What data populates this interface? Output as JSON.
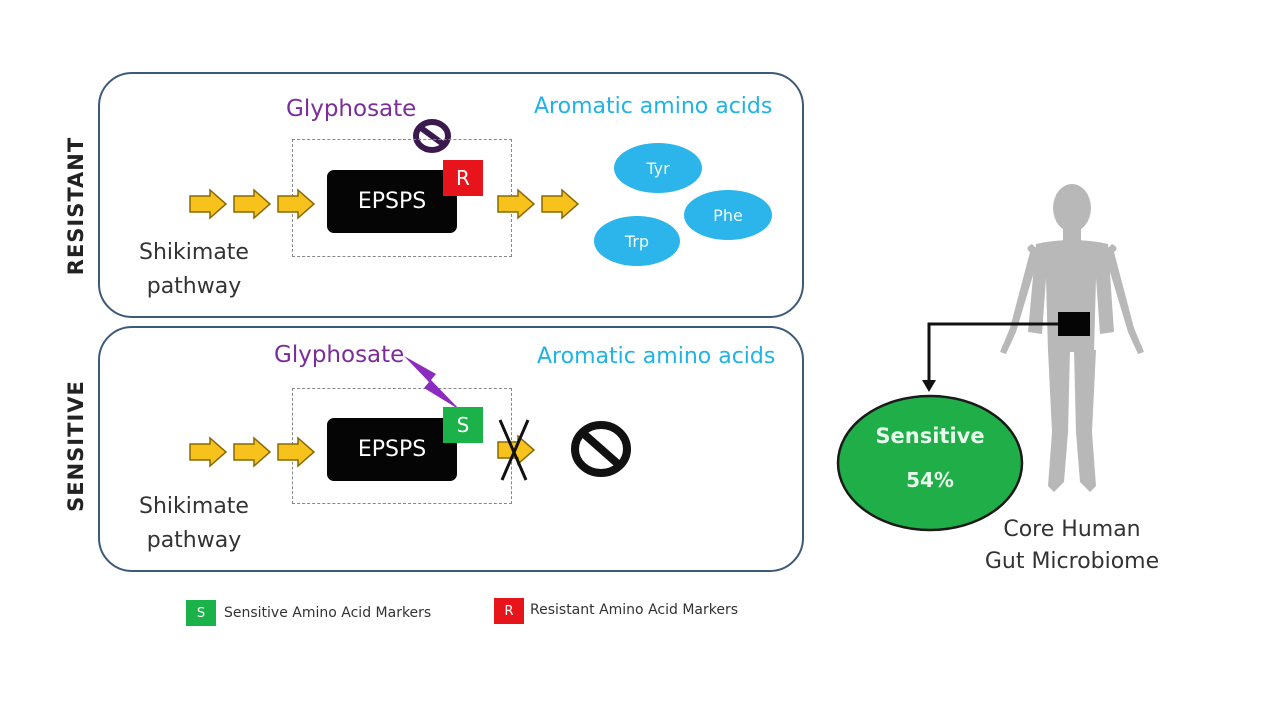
{
  "resistant": {
    "side_label": "RESISTANT",
    "glyphosate": "Glyphosate",
    "aromatic": "Aromatic amino acids",
    "enzyme": "EPSPS",
    "marker": "R",
    "pathway_line1": "Shikimate",
    "pathway_line2": "pathway",
    "amino_acids": [
      "Tyr",
      "Phe",
      "Trp"
    ]
  },
  "sensitive": {
    "side_label": "SENSITIVE",
    "glyphosate": "Glyphosate",
    "aromatic": "Aromatic amino acids",
    "enzyme": "EPSPS",
    "marker": "S",
    "pathway_line1": "Shikimate",
    "pathway_line2": "pathway"
  },
  "legend": {
    "sensitive_marker": "S",
    "sensitive_label": "Sensitive Amino Acid Markers",
    "resistant_marker": "R",
    "resistant_label": "Resistant Amino Acid Markers"
  },
  "microbiome": {
    "sensitive_label": "Sensitive",
    "sensitive_percent": "54%",
    "title_line1": "Core Human",
    "title_line2": "Gut Microbiome"
  },
  "colors": {
    "arrow": "#f6c21b",
    "resistant_marker": "#e8141c",
    "sensitive_marker": "#1bb24a",
    "aromatic_text": "#1fb3e6",
    "glyphosate_text": "#7b2d9a",
    "sensitive_ellipse": "#1fae48"
  },
  "icons": [
    "no-entry-icon",
    "lightning-bolt-icon",
    "human-silhouette-icon",
    "arrow-right-icon",
    "cross-out-icon"
  ]
}
